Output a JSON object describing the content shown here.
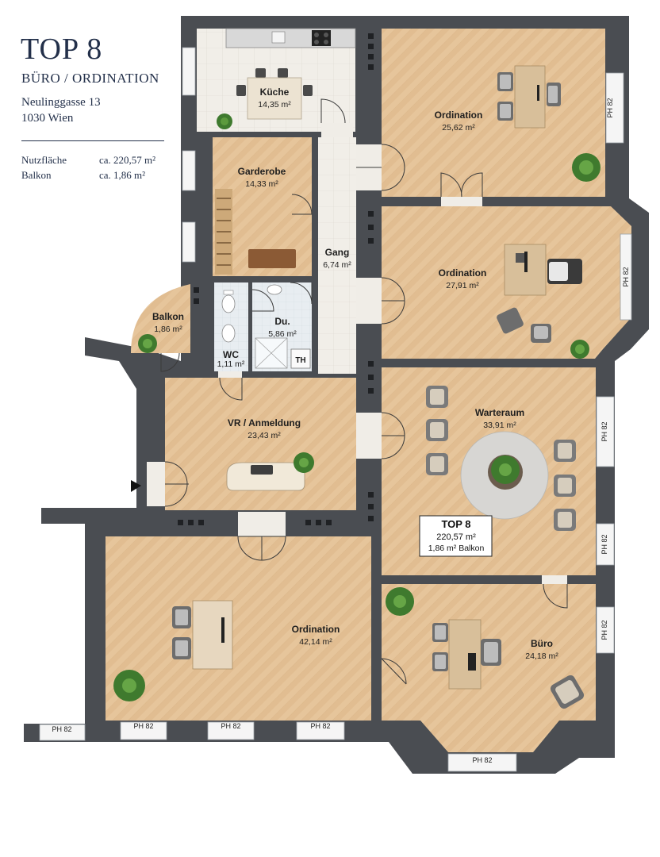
{
  "header": {
    "title": "TOP 8",
    "subtitle": "BÜRO / ORDINATION",
    "street": "Neulinggasse 13",
    "city": "1030 Wien",
    "areas": [
      {
        "label": "Nutzfläche",
        "value": "ca. 220,57 m²"
      },
      {
        "label": "Balkon",
        "value": "ca. 1,86 m²"
      }
    ]
  },
  "rooms": {
    "kueche": {
      "name": "Küche",
      "size": "14,35 m²"
    },
    "garderobe": {
      "name": "Garderobe",
      "size": "14,33 m²"
    },
    "gang": {
      "name": "Gang",
      "size": "6,74 m²"
    },
    "ordination1": {
      "name": "Ordination",
      "size": "25,62 m²"
    },
    "ordination2": {
      "name": "Ordination",
      "size": "27,91 m²"
    },
    "balkon": {
      "name": "Balkon",
      "size": "1,86 m²"
    },
    "wc": {
      "name": "WC",
      "size": "1,11 m²"
    },
    "du": {
      "name": "Du.",
      "size": "5,86 m²"
    },
    "th": {
      "name": "TH"
    },
    "vr": {
      "name": "VR / Anmeldung",
      "size": "23,43 m²"
    },
    "warteraum": {
      "name": "Warteraum",
      "size": "33,91 m²"
    },
    "ordination3": {
      "name": "Ordination",
      "size": "42,14 m²"
    },
    "buero": {
      "name": "Büro",
      "size": "24,18 m²"
    }
  },
  "summary_box": {
    "title": "TOP 8",
    "area": "220,57 m²",
    "balkon": "1,86 m² Balkon"
  },
  "window_label": "PH 82",
  "colors": {
    "wall": "#4a4d52",
    "floor_wood": "#e5c49a",
    "floor_tile": "#efece6",
    "text": "#23304a"
  }
}
